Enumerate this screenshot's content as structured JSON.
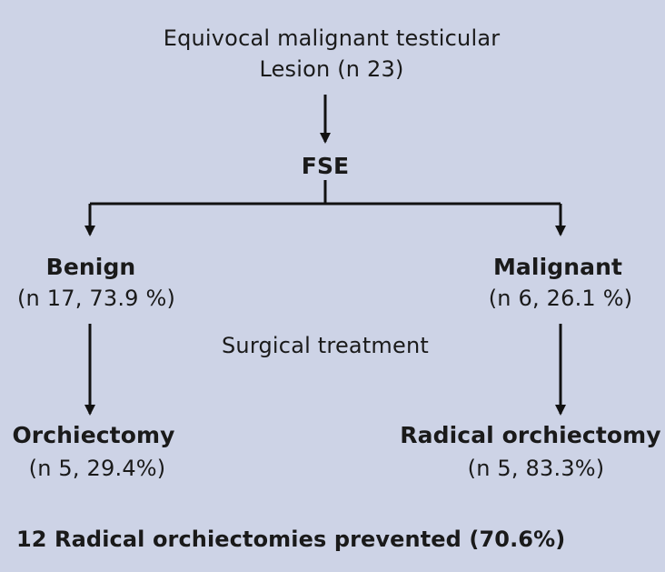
{
  "root": {
    "line1": "Equivocal malignant testicular",
    "line2": "Lesion (n 23)"
  },
  "method": {
    "label": "FSE"
  },
  "benign": {
    "title": "Benign",
    "stats": "(n 17, 73.9 %)"
  },
  "malignant": {
    "title": "Malignant",
    "stats": "(n 6, 26.1 %)"
  },
  "middle_label": "Surgical treatment",
  "orchiectomy": {
    "title": "Orchiectomy",
    "stats": "(n 5, 29.4%)"
  },
  "radical_orchiectomy": {
    "title": "Radical orchiectomy",
    "stats": "(n 5, 83.3%)"
  },
  "summary": "12 Radical orchiectomies prevented (70.6%)",
  "colors": {
    "background": "#cdd3e6",
    "text": "#1a1a1a",
    "lines": "#111111"
  }
}
